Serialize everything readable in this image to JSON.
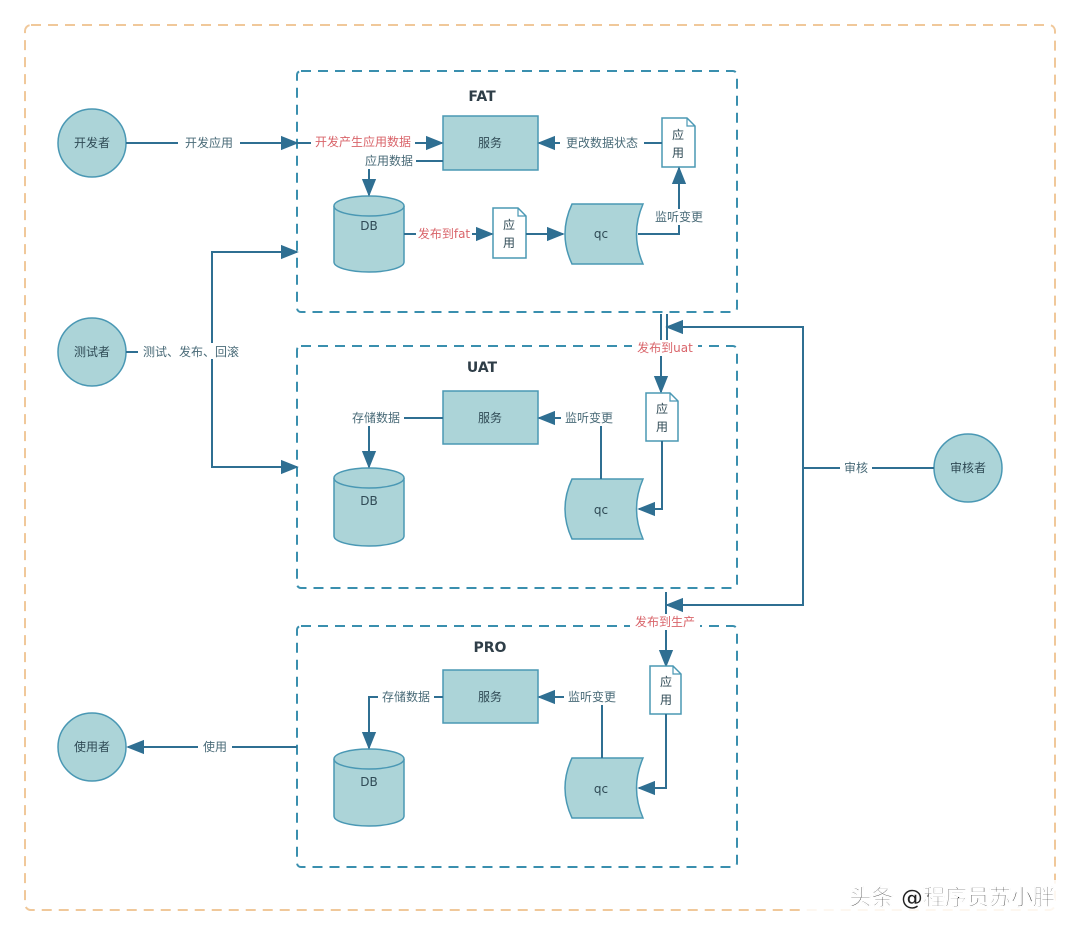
{
  "colors": {
    "outer_border": "#f0c89a",
    "env_border": "#3a8fae",
    "node_fill": "#acd4d8",
    "node_stroke": "#4a98b4",
    "line": "#2f6f92",
    "label": "#4a6b78",
    "label_red": "#d9646a"
  },
  "actors": {
    "developer": "开发者",
    "tester": "测试者",
    "reviewer": "审核者",
    "user": "使用者"
  },
  "edges": {
    "develop_app": "开发应用",
    "test_release_rollback": "测试、发布、回滚",
    "review": "审核",
    "use": "使用"
  },
  "fat": {
    "title": "FAT",
    "service": "服务",
    "db": "DB",
    "qc": "qc",
    "app_doc_1": "应\n用",
    "app_doc_2": "应\n用",
    "dev_data_label": "开发产生应用数据",
    "app_data_label": "应用数据",
    "publish_label": "发布到fat",
    "change_state_label": "更改数据状态",
    "listen_label": "监听变更"
  },
  "uat": {
    "title": "UAT",
    "service": "服务",
    "db": "DB",
    "qc": "qc",
    "app_doc": "应\n用",
    "store_label": "存储数据",
    "listen_label": "监听变更",
    "publish_label": "发布到uat"
  },
  "pro": {
    "title": "PRO",
    "service": "服务",
    "db": "DB",
    "qc": "qc",
    "app_doc": "应\n用",
    "store_label": "存储数据",
    "listen_label": "监听变更",
    "publish_label": "发布到生产"
  },
  "watermark": "头条 @程序员苏小胖"
}
